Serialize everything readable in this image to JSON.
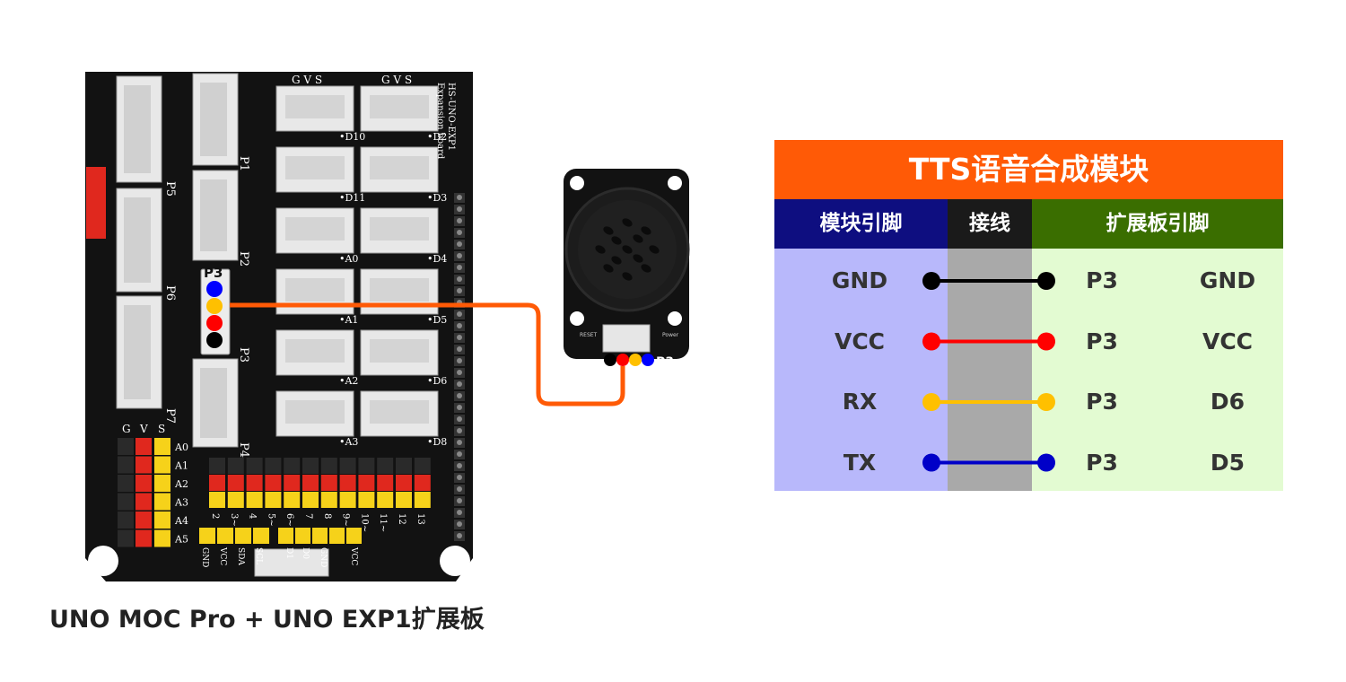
{
  "caption": "UNO MOC Pro + UNO EXP1扩展板",
  "board": {
    "name_line1": "HS-UNO-EXP1",
    "name_line2": "Expansion board",
    "highlight_port": "P3",
    "header_gvs": [
      "G V S",
      "G V S"
    ],
    "servo_port_labels": [
      "D10",
      "D2",
      "D11",
      "D3",
      "A0",
      "D4",
      "A1",
      "D5",
      "A2",
      "D6",
      "A3",
      "D8"
    ],
    "left_port_labels": [
      "P1",
      "P2",
      "P3",
      "P4",
      "P5",
      "P6",
      "P7"
    ],
    "analog_rows": [
      "A0",
      "A1",
      "A2",
      "A3",
      "A4",
      "A5"
    ],
    "digital_cols": [
      "2",
      "3~",
      "4",
      "5~",
      "6~",
      "7",
      "8",
      "9~",
      "10~",
      "11~",
      "12",
      "13"
    ],
    "gvs_side": [
      "G",
      "V",
      "S"
    ],
    "bottom_labels": [
      "GND",
      "VCC",
      "SDA",
      "SCL",
      "D1",
      "D0",
      "GND",
      "VCC"
    ]
  },
  "module": {
    "port_label": "P3",
    "reset_label": "RESET",
    "power_label": "Power",
    "dot_colors": [
      "#000000",
      "#ff0000",
      "#ffc000",
      "#0000ff"
    ]
  },
  "board_port_dot_colors": [
    "#0000ff",
    "#ffc000",
    "#ff0000",
    "#000000"
  ],
  "cable_color": "#ff5a06",
  "table": {
    "title": "TTS语音合成模块",
    "headers": {
      "module_pin": "模块引脚",
      "wiring": "接线",
      "board_pin": "扩展板引脚"
    },
    "colors": {
      "title_bg": "#ff5a06",
      "module_header_bg": "#0e0e80",
      "wiring_header_bg": "#1a1a1a",
      "board_header_bg": "#3a6e00",
      "module_col_bg": "#b8b8fb",
      "wiring_col_bg": "#a9a9a9",
      "board_col_bg": "#e3fbd2"
    },
    "rows": [
      {
        "module_pin": "GND",
        "port": "P3",
        "board_pin": "GND",
        "wire_color": "#000000"
      },
      {
        "module_pin": "VCC",
        "port": "P3",
        "board_pin": "VCC",
        "wire_color": "#ff0000"
      },
      {
        "module_pin": "RX",
        "port": "P3",
        "board_pin": "D6",
        "wire_color": "#ffc000"
      },
      {
        "module_pin": "TX",
        "port": "P3",
        "board_pin": "D5",
        "wire_color": "#0000c8"
      }
    ]
  }
}
